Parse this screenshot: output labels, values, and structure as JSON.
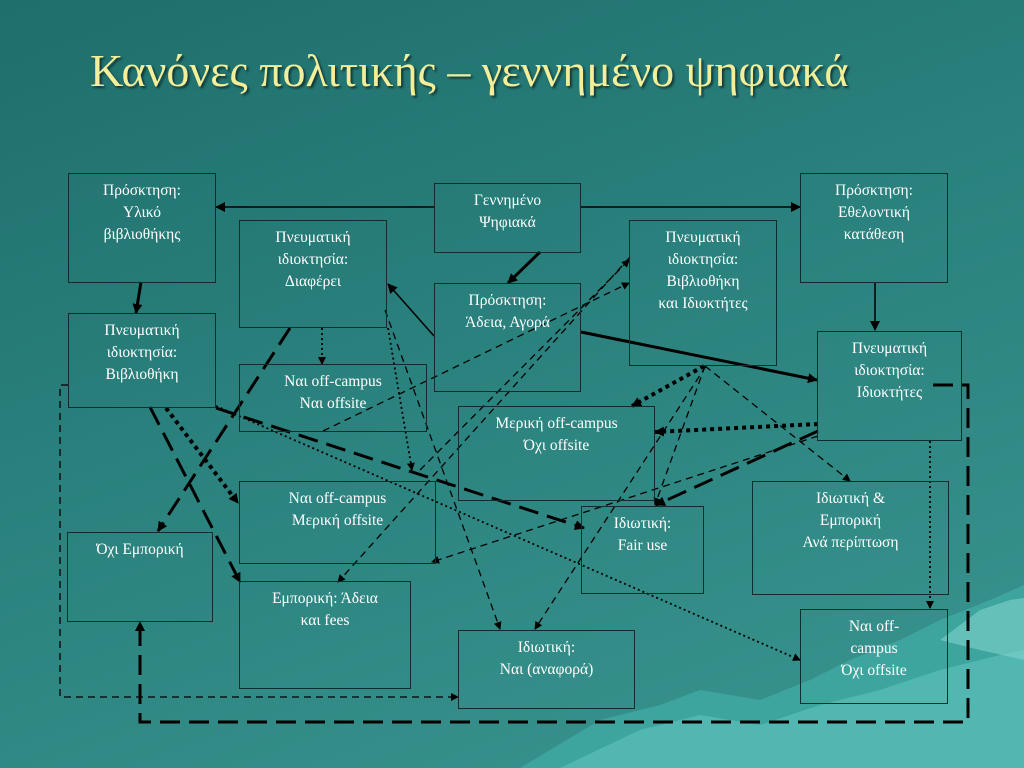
{
  "title": "Κανόνες πολιτικής – γεννημένο ψηφιακά",
  "colors": {
    "background": "#2a817d",
    "title": "#f2ee9a",
    "box_border": "#0c2e2c",
    "connector": "#000000"
  },
  "nodes": {
    "acq_library": "Πρόσκτηση:\nΥλικό\nβιβλιοθήκης",
    "born_digital": "Γεννημένο\nΨηφιακά",
    "acq_voluntary": "Πρόσκτηση:\nΕθελοντική\nκατάθεση",
    "ip_differs": "Πνευματική\nιδιοκτησία:\nΔιαφέρει",
    "acq_license": "Πρόσκτηση:\nΆδεια, Αγορά",
    "ip_library_owners": "Πνευματική\nιδιοκτησία:\nΒιβλιοθήκη\nκαι Ιδιοκτήτες",
    "ip_library": "Πνευματική\nιδιοκτησία:\nΒιβλιοθήκη",
    "yes_yes": "Ναι off-campus\nΝαι offsite",
    "partial_no": "Μερική off-campus\nΌχι offsite",
    "ip_owners": "Πνευματική\nιδιοκτησία:\nΙδιοκτήτες",
    "yes_partial": "Ναι off-campus\nΜερική offsite",
    "private_fair": "Ιδιωτική:\nFair use",
    "private_commercial": "Ιδιωτική &\nΕμπορική\nΑνά περίπτωση",
    "non_commercial": "Όχι Εμπορική",
    "commercial_fees": "Εμπορική: Άδεια\nκαι fees",
    "private_yes": "Ιδιωτική:\nΝαι (αναφορά)",
    "yes_no": "Ναι off-\ncampus\nΌχι offsite"
  }
}
